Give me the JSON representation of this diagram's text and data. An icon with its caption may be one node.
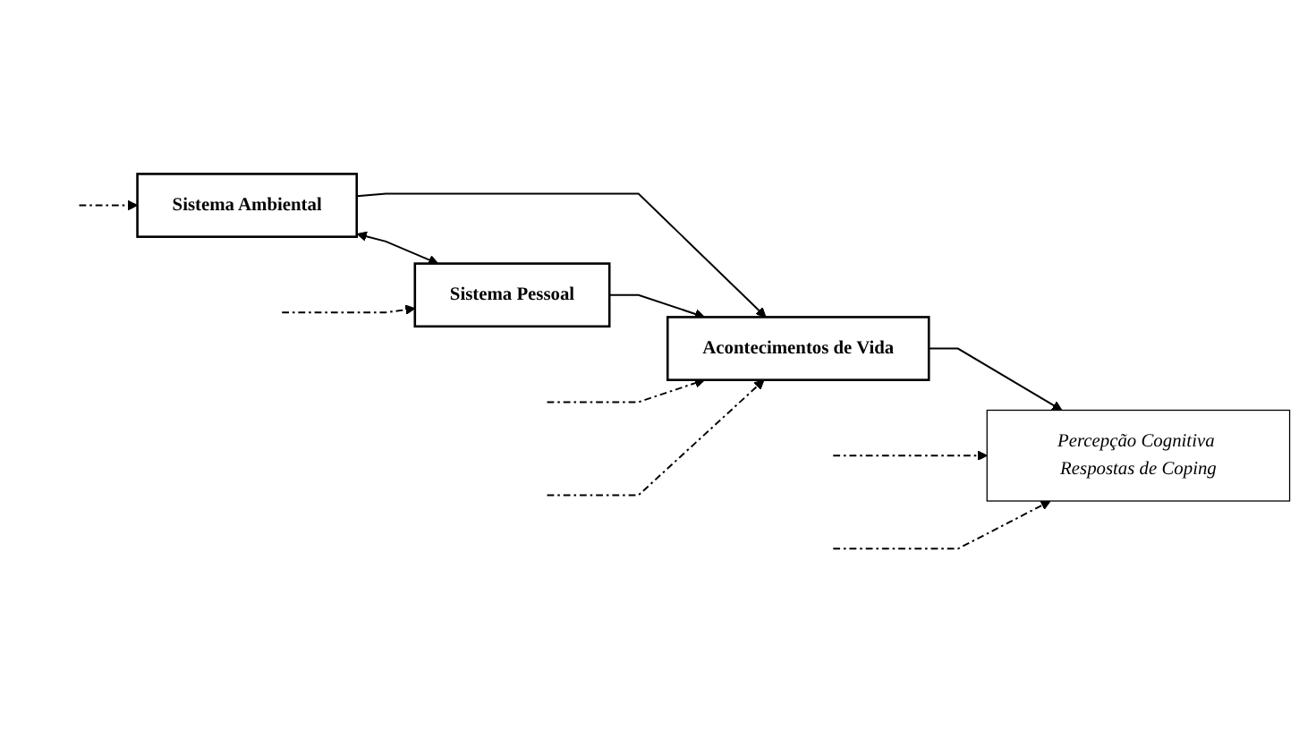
{
  "diagram": {
    "nodes": [
      {
        "text": [
          "Sistema Ambiental"
        ]
      },
      {
        "text": [
          "Acontecimentos de Vida"
        ]
      },
      {
        "text": [
          "Percepção Cognitiva Respostas de Coping"
        ]
      },
      {
        "text": [
          "Sistema Pessoal"
        ]
      }
    ],
    "edges": [
      {
        "from": 0,
        "to": 3,
        "arrow": "both"
      },
      {
        "from": 0,
        "to": 1,
        "arrow": "to"
      },
      {
        "from": 3,
        "to": 1,
        "arrow": "to"
      },
      {
        "from": 1,
        "to": 2,
        "arrow": "to"
      },
      {
        "from": null,
        "to": 0,
        "arrow": "to",
        "style": "dashed"
      },
      {
        "from": null,
        "to": 1,
        "arrow": "to",
        "style": "dashed"
      },
      {
        "from": null,
        "to": 2,
        "arrow": "to",
        "style": "dashed"
      },
      {
        "from": null,
        "to": 3,
        "arrow": "to",
        "style": "dashed"
      },
      {
        "from": null,
        "to": 1,
        "arrow": "to",
        "style": "dashed"
      },
      {
        "from": null,
        "to": 2,
        "arrow": "to",
        "style": "dashed"
      }
    ]
  }
}
